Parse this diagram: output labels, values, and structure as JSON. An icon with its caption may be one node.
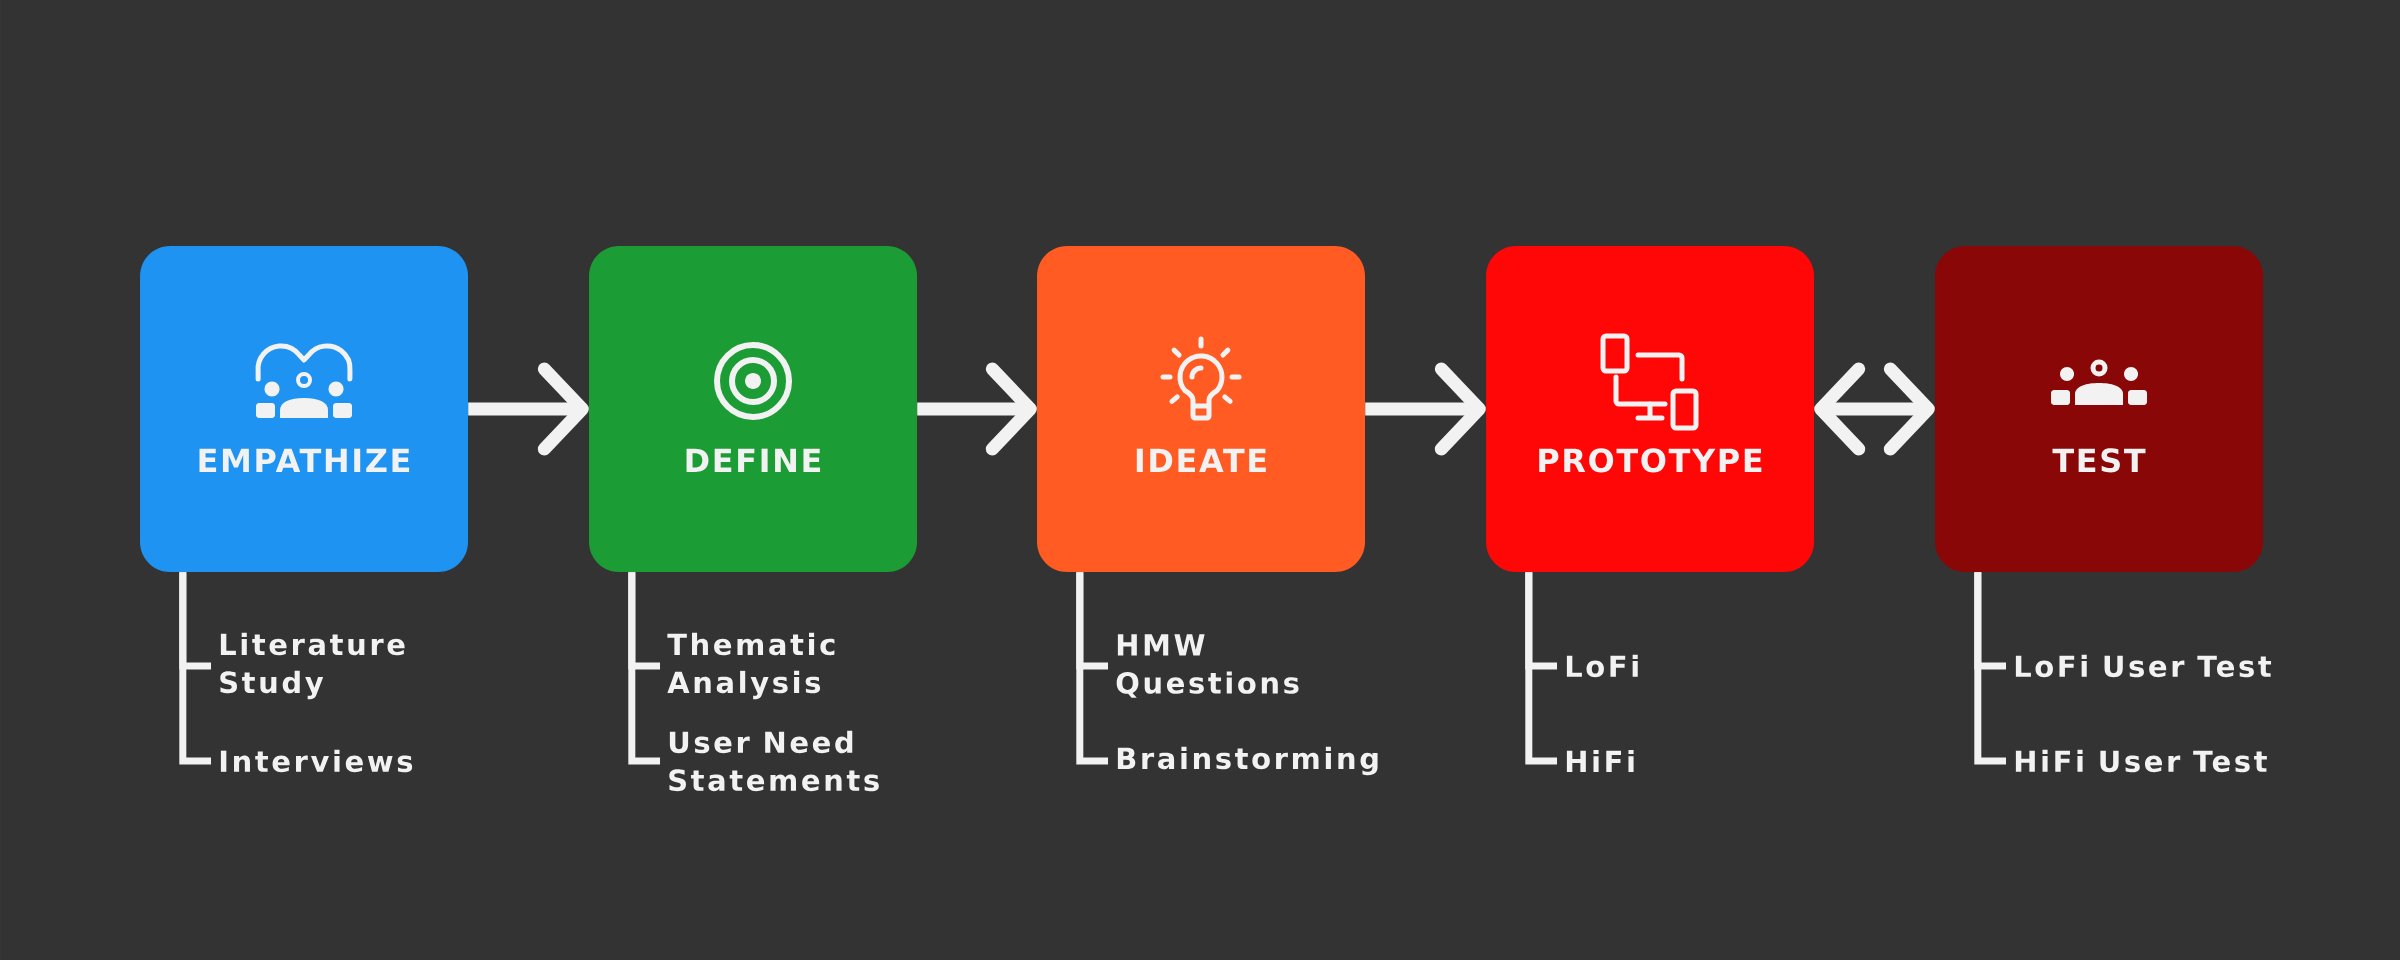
{
  "diagram": {
    "nodes": [
      {
        "text": [
          "EMPATHIZE"
        ]
      },
      {
        "text": [
          "DEFINE"
        ]
      },
      {
        "text": [
          "IDEATE"
        ]
      },
      {
        "text": [
          "PROTOTYPE"
        ]
      },
      {
        "text": [
          "TEST"
        ]
      },
      {
        "text": [
          "Literature Study"
        ]
      },
      {
        "text": [
          "Interviews"
        ]
      },
      {
        "text": [
          "Thematic Analysis"
        ]
      },
      {
        "text": [
          "User Need Statements"
        ]
      },
      {
        "text": [
          "HMW Questions"
        ]
      },
      {
        "text": [
          "Brainstorming"
        ]
      },
      {
        "text": [
          "LoFi"
        ]
      },
      {
        "text": [
          "HiFi"
        ]
      },
      {
        "text": [
          "LoFi User Test"
        ]
      },
      {
        "text": [
          "HiFi User Test"
        ]
      }
    ],
    "edges": [
      {
        "from": 0,
        "to": 1,
        "arrow": "to",
        "style": "thick"
      },
      {
        "from": 1,
        "to": 2,
        "arrow": "to",
        "style": "thick"
      },
      {
        "from": 2,
        "to": 3,
        "arrow": "to",
        "style": "thick"
      },
      {
        "from": 3,
        "to": 4,
        "arrow": "both",
        "style": "thick"
      },
      {
        "from": 0,
        "to": 5,
        "arrow": "none"
      },
      {
        "from": 0,
        "to": 6,
        "arrow": "none"
      },
      {
        "from": 1,
        "to": 7,
        "arrow": "none"
      },
      {
        "from": 1,
        "to": 8,
        "arrow": "none"
      },
      {
        "from": 2,
        "to": 9,
        "arrow": "none"
      },
      {
        "from": 2,
        "to": 10,
        "arrow": "none"
      },
      {
        "from": 3,
        "to": 11,
        "arrow": "none"
      },
      {
        "from": 3,
        "to": 12,
        "arrow": "none"
      },
      {
        "from": 4,
        "to": 13,
        "arrow": "none"
      },
      {
        "from": 4,
        "to": 14,
        "arrow": "none"
      }
    ]
  }
}
